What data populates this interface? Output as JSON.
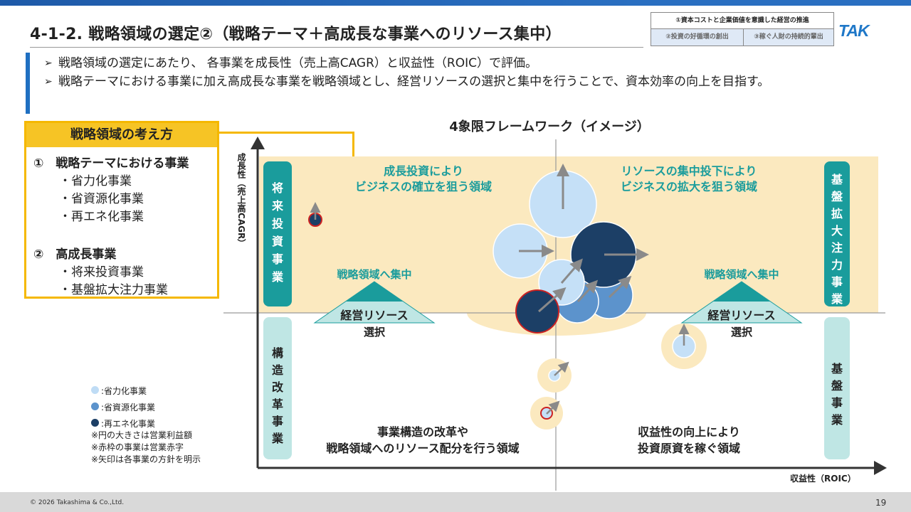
{
  "header": {
    "title": "4-1-2. 戦略領域の選定②（戦略テーマ＋高成長な事業へのリソース集中）",
    "badge_1": "①資本コストと企業価値を意識した経営の推進",
    "badge_2": "②投資の好循環の創出",
    "badge_3": "③稼ぐ人財の持続的輩出",
    "logo": "TAK",
    "accent_color": "#1f6fc1"
  },
  "bullets": [
    {
      "marker": "➢",
      "text": "戦略領域の選定にあたり、 各事業を成長性（売上高CAGR）と収益性（ROIC）で評価。"
    },
    {
      "marker": "➢",
      "text": "戦略テーマにおける事業に加え高成長な事業を戦略領域とし、経営リソースの選択と集中を行うことで、資本効率の向上を目指す。"
    }
  ],
  "concept": {
    "heading": "戦略領域の考え方",
    "item1_title": "①　戦略テーマにおける事業",
    "item1_subs": [
      "・省力化事業",
      "・省資源化事業",
      "・再エネ化事業"
    ],
    "item2_title": "②　高成長事業",
    "item2_subs": [
      "・将来投資事業",
      "・基盤拡大注力事業"
    ],
    "box_color": "#f5b800"
  },
  "framework": {
    "title": "4象限フレームワーク（イメージ）",
    "y_axis_label": "成長性（売上高CAGR）",
    "x_axis_label": "収益性（ROIC）",
    "quadrant_tl_vertical": "将来投資事業",
    "quadrant_tr_vertical": "基盤拡大注力事業",
    "quadrant_bl_vertical": "構造改革事業",
    "quadrant_br_vertical": "基盤事業",
    "tl_text": [
      "成長投資により",
      "ビジネスの確立を狙う領域"
    ],
    "tr_text": [
      "リソースの集中投下により",
      "ビジネスの拡大を狙う領域"
    ],
    "bl_text": [
      "事業構造の改革や",
      "戦略領域へのリソース配分を行う領域"
    ],
    "br_text": [
      "収益性の向上により",
      "投資原資を稼ぐ領域"
    ],
    "focus_label": "戦略領域へ集中",
    "resource_label": "経営リソース",
    "select_label": "選択",
    "teal_color": "#1a9c9c",
    "light_teal_color": "#bfe6e4",
    "cream_color": "#fbe9bf"
  },
  "legend": [
    {
      "label": ":省力化事業",
      "color": "#bfdcf5"
    },
    {
      "label": ":省資源化事業",
      "color": "#5c93cc"
    },
    {
      "label": ":再エネ化事業",
      "color": "#1c3f66"
    }
  ],
  "notes": [
    "※円の大きさは営業利益額",
    "※赤枠の事業は営業赤字",
    "※矢印は各事業の方針を明示"
  ],
  "footer": {
    "copyright": "© 2026  Takashima & Co.,Ltd.",
    "page": "19"
  }
}
